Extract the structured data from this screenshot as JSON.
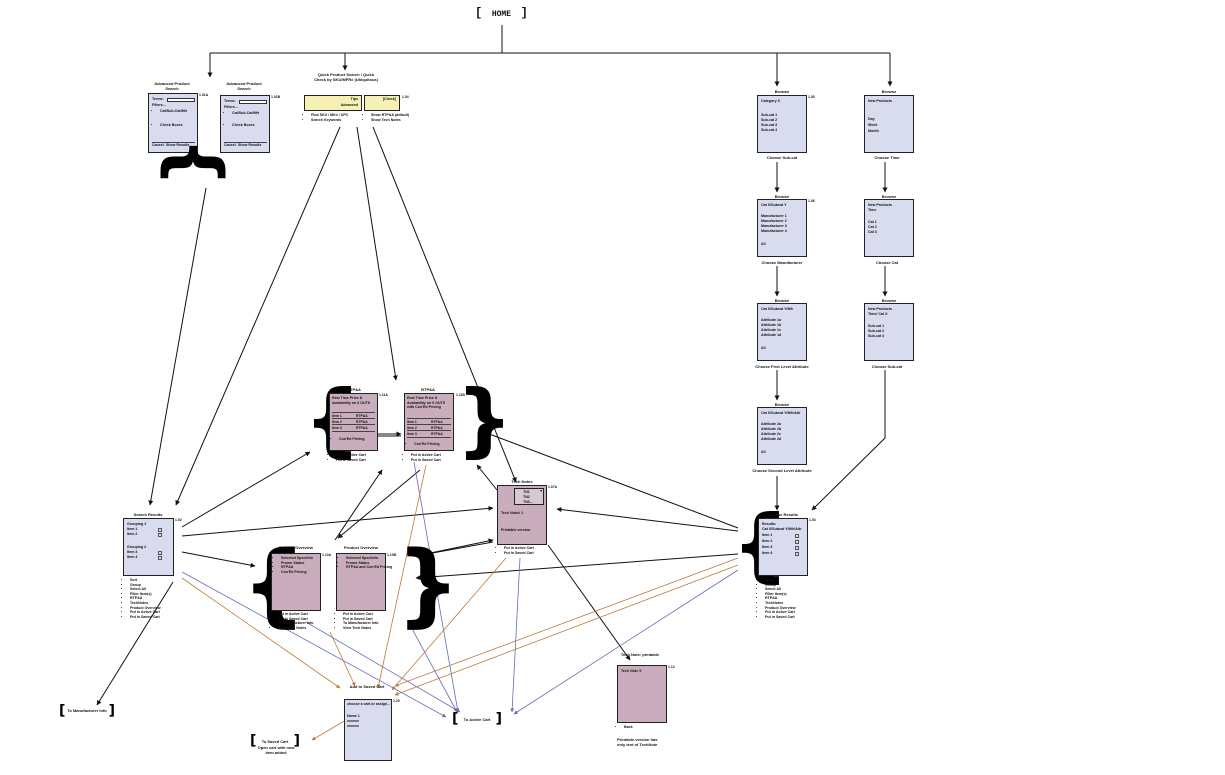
{
  "home": {
    "label": "HOME"
  },
  "advanced_search_1": {
    "title": "Advanced Product Search",
    "num": "1.01A",
    "lines": [
      "Terms:",
      "Filters..."
    ],
    "bullets": [
      "Cat/Sub-Cat/Mfr",
      "Check Boxes"
    ],
    "cancel": "Cancel",
    "show": "Show Results"
  },
  "advanced_search_2": {
    "title": "Advanced Product Search",
    "num": "1.01B",
    "lines": [
      "Terms:",
      "Filters..."
    ],
    "bullets": [
      "Cat/Sub-Cat/Mfr",
      "Check Boxes"
    ],
    "cancel": "Cancel",
    "show": "Show Results"
  },
  "quick_search": {
    "title": "Quick Product Search / Quick Check by SKU/MFR# (Ubiquitous)",
    "num": "1.04",
    "tips": "Tips",
    "advanced": "Advanced",
    "check": "[Check]",
    "bullets_left": [
      "Find SKU / Mfr# / UPC",
      "Search Keywords"
    ],
    "bullets_right": [
      "Show RTP&A (default)",
      "Show Tech Notes"
    ]
  },
  "browse": [
    {
      "title": "Browse",
      "num": "1.05",
      "lines": [
        "Category X",
        "",
        "Sub-cat 1",
        "Sub-cat 2",
        "Sub-cat 3",
        "Sub-cat 4"
      ],
      "caption": "Choose Sub-cat"
    },
    {
      "title": "Browse",
      "num": "1.06",
      "lines": [
        "Cat X/Subcat Y",
        "",
        "Manufacturer 1",
        "Manufacturer 2",
        "Manufacturer 3",
        "Manufacturer 4",
        "",
        "All"
      ],
      "caption": "Choose Manufacturer"
    },
    {
      "title": "Browse",
      "num": "",
      "lines": [
        "Cat X/Subcat Y/Mfr",
        "",
        "Attribute 1a",
        "Attribute 1b",
        "Attribute 1c",
        "Attribute 1d",
        "",
        "All"
      ],
      "caption": "Choose First Level Attribute"
    },
    {
      "title": "Browse",
      "num": "",
      "lines": [
        "Cat X/Subcat Y/Mfr/Attr",
        "",
        "Attribute 2a",
        "Attribute 2b",
        "Attribute 2c",
        "Attribute 2d",
        "",
        "All"
      ],
      "caption": "Choose Second Level Attribute"
    }
  ],
  "browse_new": [
    {
      "title": "Browse",
      "lines": [
        "New Products",
        "",
        "",
        "Day",
        "Week",
        "Month"
      ],
      "caption": "Choose Time"
    },
    {
      "title": "Browse",
      "lines": [
        "New Products",
        "Time",
        "",
        "Cat 1",
        "Cat 2",
        "Cat 3"
      ],
      "caption": "Choose Cat"
    },
    {
      "title": "Browse",
      "lines": [
        "New Products",
        "Time/ Cat X",
        "",
        "Sub-cat 1",
        "Sub-cat 2",
        "Sub-cat 3"
      ],
      "caption": "Choose Sub-cat"
    }
  ],
  "rtpa_1": {
    "title": "RTP&A",
    "num": "1.11A",
    "header": "Real Time Price & Availability on 6 OUTS",
    "rows": [
      [
        "Item 1",
        "RTP&A"
      ],
      [
        "Item 2",
        "RTP&A"
      ],
      [
        "Item 3",
        "RTP&A"
      ]
    ],
    "note": "Con'Ed Pricing",
    "bullets": [
      "Put in Active Cart",
      "Put in Saved Cart"
    ]
  },
  "rtpa_2": {
    "title": "RTP&A",
    "num": "1.11B",
    "header": "Real Time Price & Availability on 6 OUTS with Con'Ed Pricing",
    "rows": [
      [
        "Item 1",
        "RTP&A"
      ],
      [
        "Item 2",
        "RTP&A"
      ],
      [
        "Item 3",
        "RTP&A"
      ]
    ],
    "note": "Con'Ed Pricing",
    "bullets": [
      "Put in Active Cart",
      "Put in Saved Cart"
    ]
  },
  "tech_notes": {
    "title": "Tech Notes",
    "num": "1.07A",
    "items": [
      "TN1",
      "TN2",
      "TN3..."
    ],
    "body": "Tech Note# 1",
    "footer": "Printable version",
    "bullets": [
      "Put in Active Cart",
      "Put in Saved Cart"
    ]
  },
  "tech_notes_print": {
    "title": "Tech Note: printable",
    "num": "1.12",
    "body": "Tech Note X",
    "bullets": [
      "Back"
    ],
    "caption": "Printable version has only text of TechNote"
  },
  "search_results": {
    "title": "Search Results",
    "num": "1.02",
    "lines": [
      "Grouping 1",
      "Item 1",
      "Item 2",
      "",
      "Grouping 2",
      "Item 3",
      "Item 4"
    ],
    "bullets": [
      "Sort",
      "Group",
      "Select All",
      "Filter Item(s)",
      "RTP&A",
      "TechNotes",
      "Product Overview",
      "Put in Active Cart",
      "Put in Saved Cart"
    ]
  },
  "browse_results": {
    "title": "Browse Results",
    "num": "1.03",
    "lines": [
      "Results:",
      "Cat X/Subcat Y/Mfr/Attr",
      "Item 1",
      "Item 2",
      "Item 3",
      "Item 4"
    ],
    "bullets": [
      "Sort",
      "Group",
      "Select All",
      "Filter Item(s)",
      "RTP&A",
      "TechNotes",
      "Product Overview",
      "Put in Active Cart",
      "Put in Saved Cart"
    ]
  },
  "product_overview_1": {
    "title": "Product Overview",
    "num": "1.10A",
    "lines": [
      "Selected Spec/Info",
      "Promo Status",
      "RTP&A",
      "Con'Ed Pricing"
    ],
    "bullets": [
      "Put in Active Cart",
      "Put in Saved Cart",
      "To Manufacturer Info",
      "View Tech Notes"
    ]
  },
  "product_overview_2": {
    "title": "Product Overview",
    "num": "1.10B",
    "lines": [
      "Selected Spec/Info",
      "Promo Status",
      "RTP&A and Con'Ed Pricing"
    ],
    "bullets": [
      "Put in Active Cart",
      "Put in Saved Cart",
      "To Manufacturer Info",
      "View Tech Notes"
    ]
  },
  "saved_cart": {
    "title": "Add to Saved Cart",
    "num": "1.20",
    "top": "choose a cart or assign...",
    "lines": [
      "Name 1",
      "xxxxxx",
      "xxxxxx"
    ]
  },
  "nav": {
    "manufacturer": "To Manufacturer Info",
    "active_cart": "To Active Cart",
    "saved_cart": "To Saved Cart",
    "saved_cart_note": "Open cart with new item added"
  },
  "colors": {
    "box_blue": "#d9dbee",
    "box_mauve": "#c9adbd",
    "box_yellow": "#f6f0b4",
    "wire_black": "#111111",
    "wire_blue": "#6a6ab8",
    "wire_orange": "#c07a3a"
  }
}
